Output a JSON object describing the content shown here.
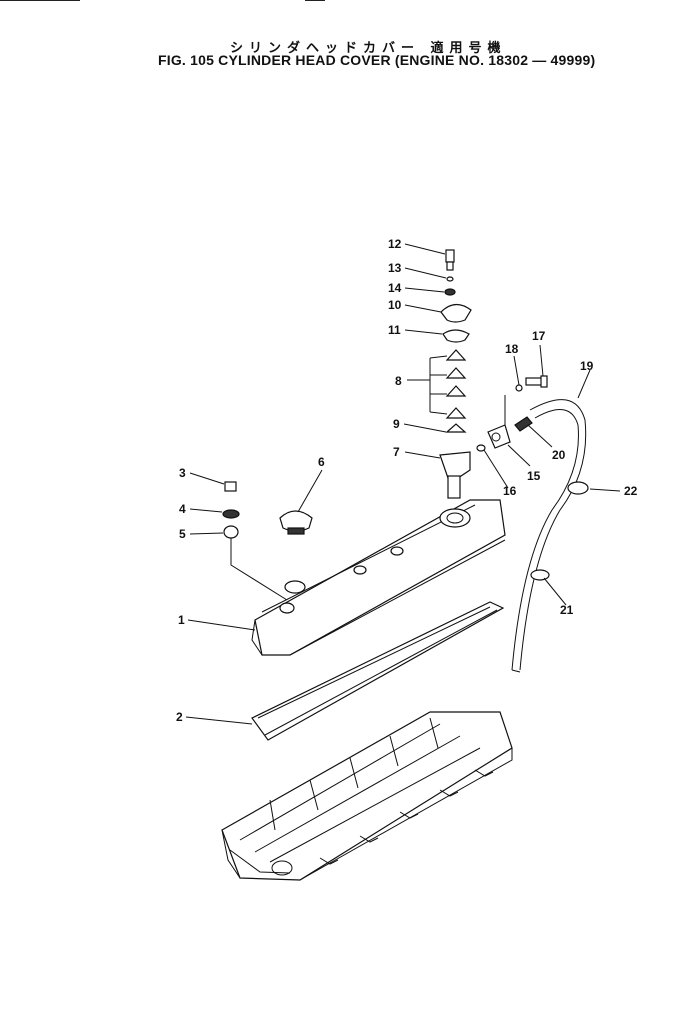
{
  "header": {
    "title_jp": "シリンダヘッドカバー 適用号機",
    "title_en": "FIG. 105 CYLINDER HEAD COVER (ENGINE NO. 18302 — 49999)"
  },
  "callouts": [
    {
      "label": "1"
    },
    {
      "label": "2"
    },
    {
      "label": "3"
    },
    {
      "label": "4"
    },
    {
      "label": "5"
    },
    {
      "label": "6"
    },
    {
      "label": "7"
    },
    {
      "label": "8"
    },
    {
      "label": "9"
    },
    {
      "label": "10"
    },
    {
      "label": "11"
    },
    {
      "label": "12"
    },
    {
      "label": "13"
    },
    {
      "label": "14"
    },
    {
      "label": "15"
    },
    {
      "label": "16"
    },
    {
      "label": "17"
    },
    {
      "label": "18"
    },
    {
      "label": "19"
    },
    {
      "label": "20"
    },
    {
      "label": "21"
    },
    {
      "label": "22"
    }
  ]
}
